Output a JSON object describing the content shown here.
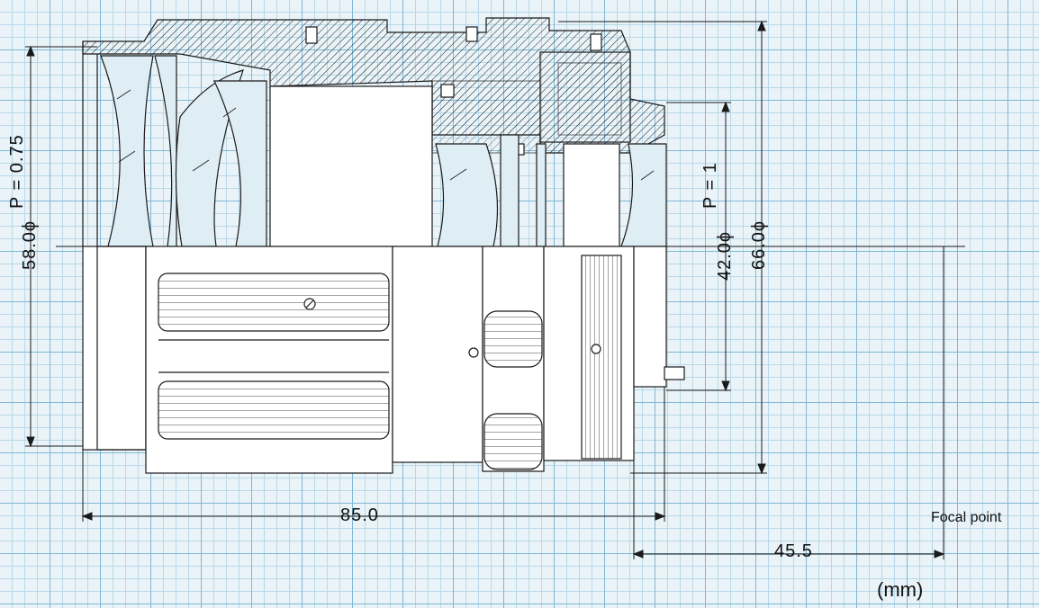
{
  "labels": {
    "pitch_front": "P = 0.75",
    "diameter_front": "58.0ϕ",
    "pitch_rear": "P = 1",
    "diameter_rear": "42.0ϕ",
    "diameter_max": "66.0ϕ",
    "length_total": "85.0",
    "flange_focal": "45.5",
    "focal_point": "Focal point",
    "unit": "(mm)"
  },
  "colors": {
    "line": "#1a1a1a",
    "section_fill": "#f4f1e6",
    "glass": "#dfeef5",
    "grid_major": "#7fb8d6",
    "grid_minor": "#b9d8e8"
  }
}
